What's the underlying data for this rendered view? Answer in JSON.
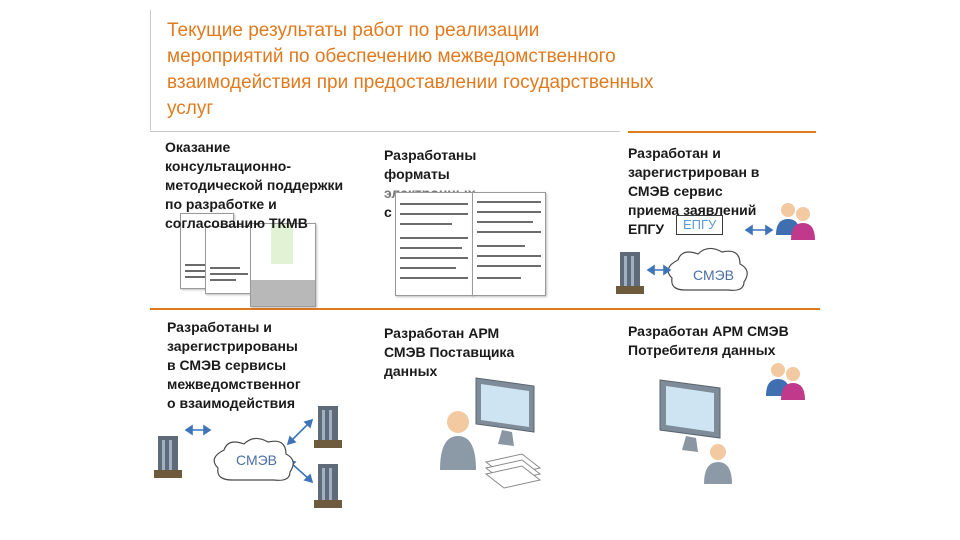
{
  "slide": {
    "title_lines": [
      "Текущие результаты работ по реализации",
      "мероприятий по обеспечению межведомственного",
      "взаимодействия при предоставлении государственных",
      "услуг"
    ]
  },
  "cells": {
    "c1": {
      "lines": [
        "Оказание",
        "консультационно-",
        "методической поддержки",
        "по разработке и",
        "согласованию ТКМВ"
      ]
    },
    "c2": {
      "lines": [
        "Разработаны",
        "форматы",
        "электронных",
        "с"
      ]
    },
    "c3": {
      "lines": [
        "Разработан и",
        "зарегистрирован в",
        "СМЭВ сервис",
        "приема заявлений",
        "ЕПГУ"
      ],
      "epgu_box": "ЕПГУ",
      "cloud_label": "СМЭВ"
    },
    "c4": {
      "lines": [
        "Разработаны и",
        "зарегистрированы",
        "в СМЭВ сервисы",
        "межведомственног",
        "о взаимодействия"
      ],
      "cloud_label": "СМЭВ"
    },
    "c5": {
      "lines": [
        "Разработан АРМ",
        "СМЭВ Поставщика",
        "данных"
      ]
    },
    "c6": {
      "lines": [
        "Разработан АРМ СМЭВ",
        "Потребителя данных"
      ]
    }
  },
  "colors": {
    "title": "#e07a1f",
    "divider": "#e07a1f",
    "arrow": "#3f74b8",
    "cloud_text": "#4a6fa5"
  },
  "icons": [
    "building-icon",
    "users-icon",
    "person-icon",
    "monitor-icon",
    "cloud-icon",
    "document-icon",
    "double-arrow-icon"
  ]
}
